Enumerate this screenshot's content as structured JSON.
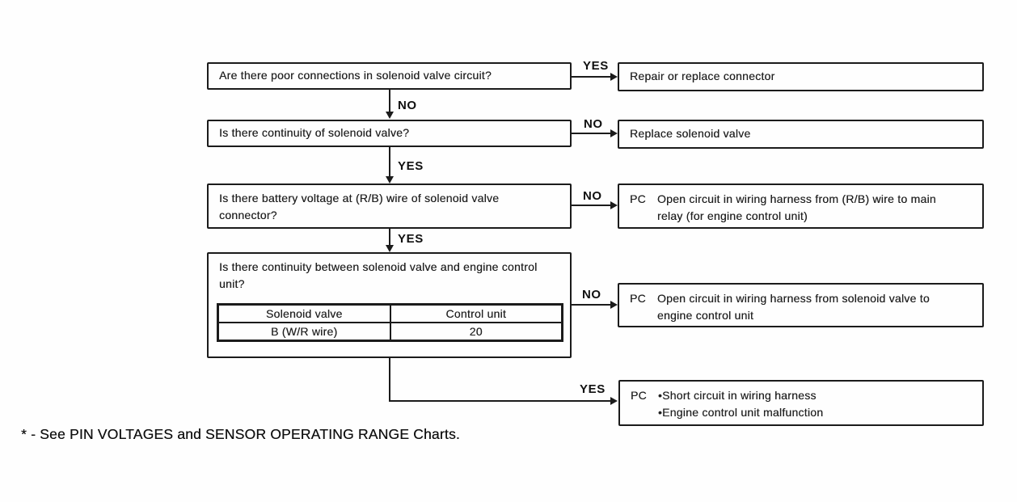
{
  "colors": {
    "ink": "#1b1b1b",
    "paper": "#fefefe"
  },
  "flowchart": {
    "steps": [
      {
        "question": "Are there poor connections in solenoid valve circuit?",
        "side_label": "YES",
        "result": "Repair or replace connector",
        "down_label": "NO"
      },
      {
        "question": "Is there continuity of solenoid valve?",
        "side_label": "NO",
        "result": "Replace solenoid valve",
        "down_label": "YES"
      },
      {
        "question": "Is there battery voltage at (R/B) wire of solenoid valve connector?",
        "side_label": "NO",
        "result_prefix": "PC",
        "result": "Open circuit in wiring harness from (R/B) wire to main relay (for engine control unit)",
        "down_label": "YES"
      },
      {
        "question": "Is there continuity between solenoid valve and engine control unit?",
        "side_label": "NO",
        "result_prefix": "PC",
        "result": "Open circuit in wiring harness from solenoid valve to engine control unit",
        "down_label": "YES"
      }
    ],
    "continuity_table": {
      "headers": [
        "Solenoid valve",
        "Control unit"
      ],
      "rows": [
        [
          "B (W/R wire)",
          "20"
        ]
      ]
    },
    "final_result": {
      "side_label": "YES",
      "prefix": "PC",
      "items": [
        "•Short circuit in wiring harness",
        "•Engine control unit malfunction"
      ]
    },
    "footnote": "* - See PIN VOLTAGES and SENSOR OPERATING RANGE Charts."
  }
}
